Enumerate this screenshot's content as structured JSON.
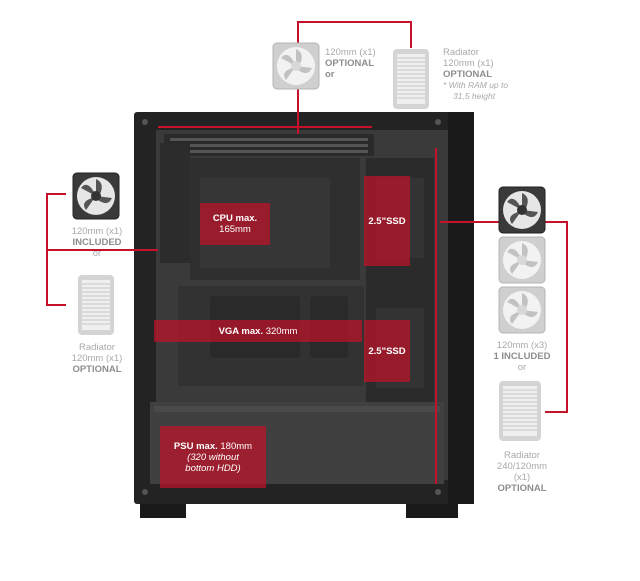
{
  "colors": {
    "accent_red": "#c4122b",
    "label_gray": "#a9a9a9",
    "case_black": "#1e1e1e"
  },
  "icons": {
    "fan": "fan-icon",
    "radiator": "radiator-icon"
  },
  "top": {
    "fan_size": "120mm (x1)",
    "fan_status": "OPTIONAL",
    "or_word": "or",
    "radiator_word": "Radiator",
    "radiator_size": "120mm (x1)",
    "radiator_status": "OPTIONAL",
    "radiator_note_1": "* With RAM up to",
    "radiator_note_2": "31,5 height"
  },
  "rear": {
    "fan_size": "120mm (x1)",
    "fan_status": "INCLUDED",
    "or_word": "or",
    "radiator_word": "Radiator",
    "radiator_size": "120mm (x1)",
    "radiator_status": "OPTIONAL"
  },
  "front": {
    "fan_size": "120mm (x3)",
    "fan_status": "1 INCLUDED",
    "or_word": "or",
    "radiator_word": "Radiator",
    "radiator_size": "240/120mm",
    "radiator_qty": "(x1)",
    "radiator_status": "OPTIONAL"
  },
  "inside": {
    "cpu_bold": "CPU max.",
    "cpu_value": "165mm",
    "ssd1": "2.5\"SSD",
    "ssd2": "2.5\"SSD",
    "vga_bold": "VGA max.",
    "vga_value": "320mm",
    "psu_bold": "PSU max.",
    "psu_value": "180mm",
    "psu_note_1": "(320 without",
    "psu_note_2": "bottom HDD)"
  }
}
